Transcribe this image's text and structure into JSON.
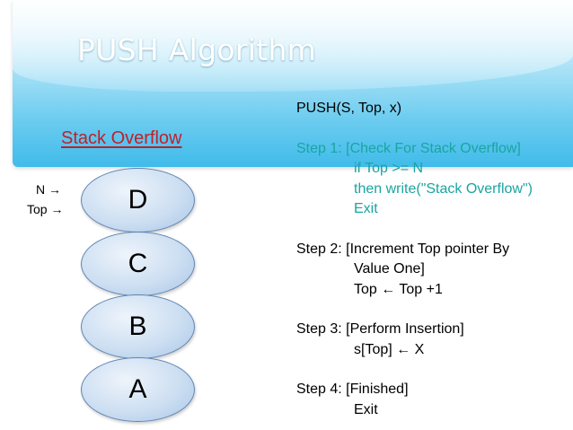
{
  "title": "PUSH Algorithm",
  "overflow_label": "Stack Overflow",
  "pointers": {
    "n": "N →",
    "top": "Top →"
  },
  "stack": [
    "D",
    "C",
    "B",
    "A"
  ],
  "algorithm": {
    "signature": "PUSH(S, Top, x)",
    "step1": {
      "heading": "Step 1: [Check For Stack Overflow]",
      "lines": [
        "if Top >= N",
        "then write(\"Stack Overflow\")",
        "Exit"
      ]
    },
    "step2": {
      "heading": "Step 2: [Increment Top pointer By",
      "lines": [
        "Value One]",
        "Top ← Top +1"
      ]
    },
    "step3": {
      "heading": "Step 3: [Perform Insertion]",
      "lines": [
        "s[Top] ← X"
      ]
    },
    "step4": {
      "heading": "Step 4: [Finished]",
      "lines": [
        "Exit"
      ]
    }
  },
  "colors": {
    "title": "#ffffff",
    "overflow_label": "#c0202b",
    "step1_text": "#1aa5a0",
    "node_border": "#5f84b1"
  }
}
